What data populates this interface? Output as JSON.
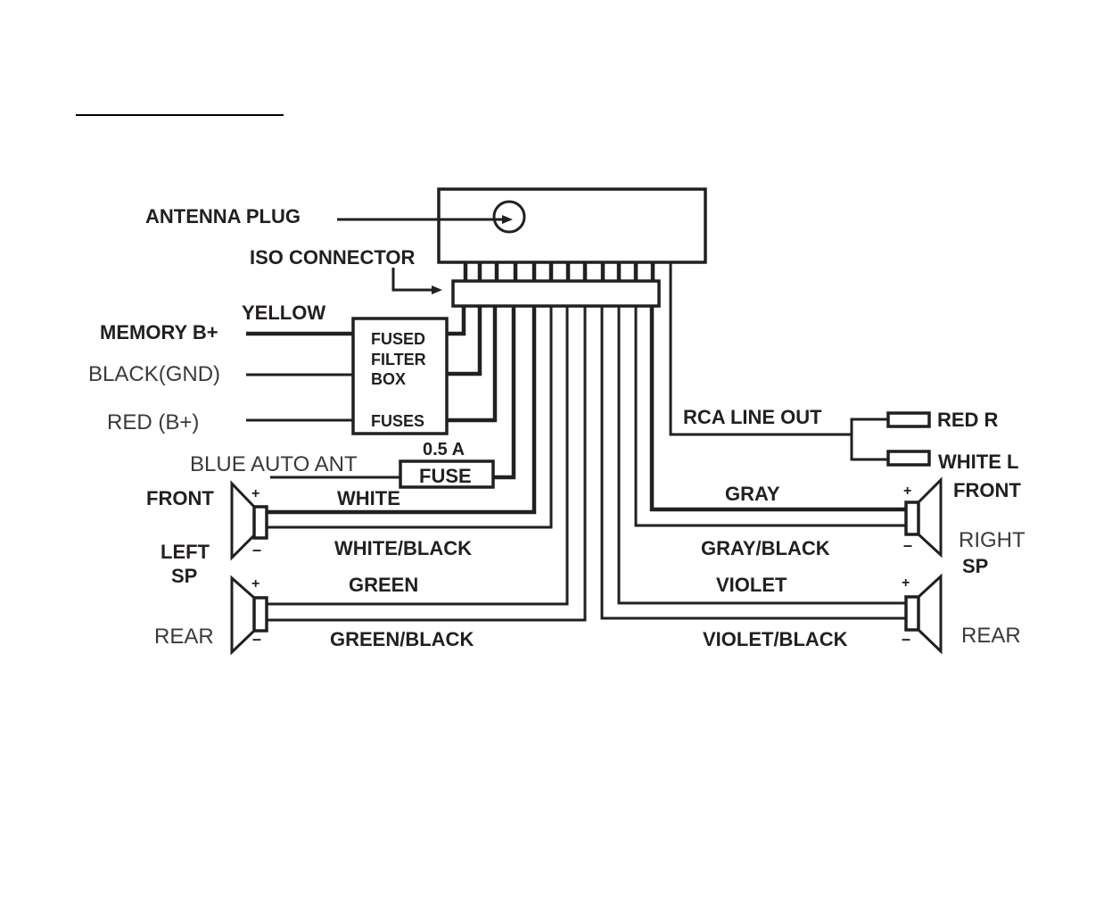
{
  "diagram": {
    "title_underline": "",
    "labels": {
      "antenna_plug": "ANTENNA PLUG",
      "iso_connector": "ISO CONNECTOR",
      "yellow": "YELLOW",
      "memory_b": "MEMORY B+",
      "black_gnd": "BLACK(GND)",
      "red_b": "RED (B+)",
      "fused": "FUSED",
      "filter": "FILTER",
      "box": "BOX",
      "fuses": "FUSES",
      "fuse_rating": "0.5  A",
      "fuse": "FUSE",
      "blue_auto_ant": "BLUE  AUTO ANT",
      "rca_line_out": "RCA LINE OUT",
      "red_r": "RED R",
      "white_l": "WHITE  L",
      "left_front": "FRONT",
      "left": "LEFT",
      "left_sp": "SP",
      "left_rear": "REAR",
      "right_front": "FRONT",
      "right": "RIGHT",
      "right_sp": "SP",
      "right_rear": "REAR",
      "plus": "+",
      "minus": "–"
    },
    "wires": {
      "white": "WHITE",
      "white_black": "WHITE/BLACK",
      "green": "GREEN",
      "green_black": "GREEN/BLACK",
      "gray": "GRAY",
      "gray_black": "GRAY/BLACK",
      "violet": "VIOLET",
      "violet_black": "VIOLET/BLACK"
    }
  }
}
